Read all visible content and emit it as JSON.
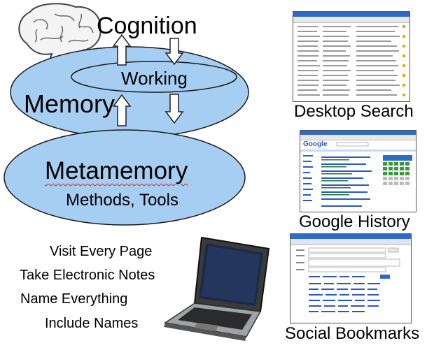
{
  "center": {
    "cognition": "Cognition",
    "working": "Working",
    "memory": "Memory",
    "metamemory": "Metamemory",
    "methods_tools": "Methods, Tools"
  },
  "tips": [
    "Visit Every Page",
    "Take Electronic Notes",
    "Name Everything",
    "Include Names"
  ],
  "captions": {
    "desktop_search": "Desktop Search",
    "google_history": "Google History",
    "social_bookmarks": "Social Bookmarks"
  },
  "screenshots": {
    "google_logo": "Google"
  },
  "colors": {
    "ellipse_fill": "#a6cdf2",
    "ellipse_stroke": "#1a1a1a",
    "window_blue": "#2f6bc6"
  }
}
